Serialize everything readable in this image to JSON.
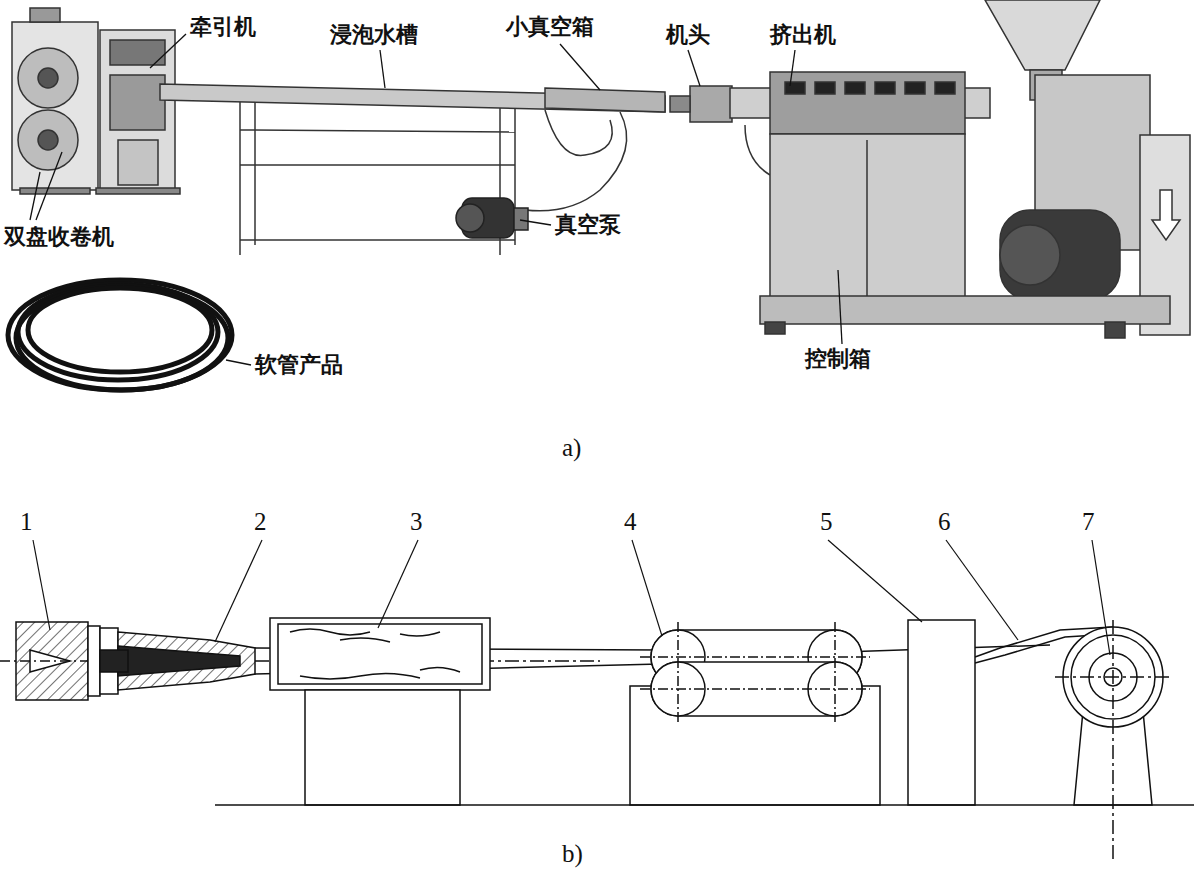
{
  "diagram": {
    "labels": [
      "牵引机",
      "浸泡水槽",
      "小真空箱",
      "机头",
      "挤出机",
      "双盘收卷机",
      "真空泵",
      "软管产品",
      "控制箱",
      "a)",
      "1",
      "2",
      "3",
      "4",
      "5",
      "6",
      "7",
      "b)"
    ]
  }
}
